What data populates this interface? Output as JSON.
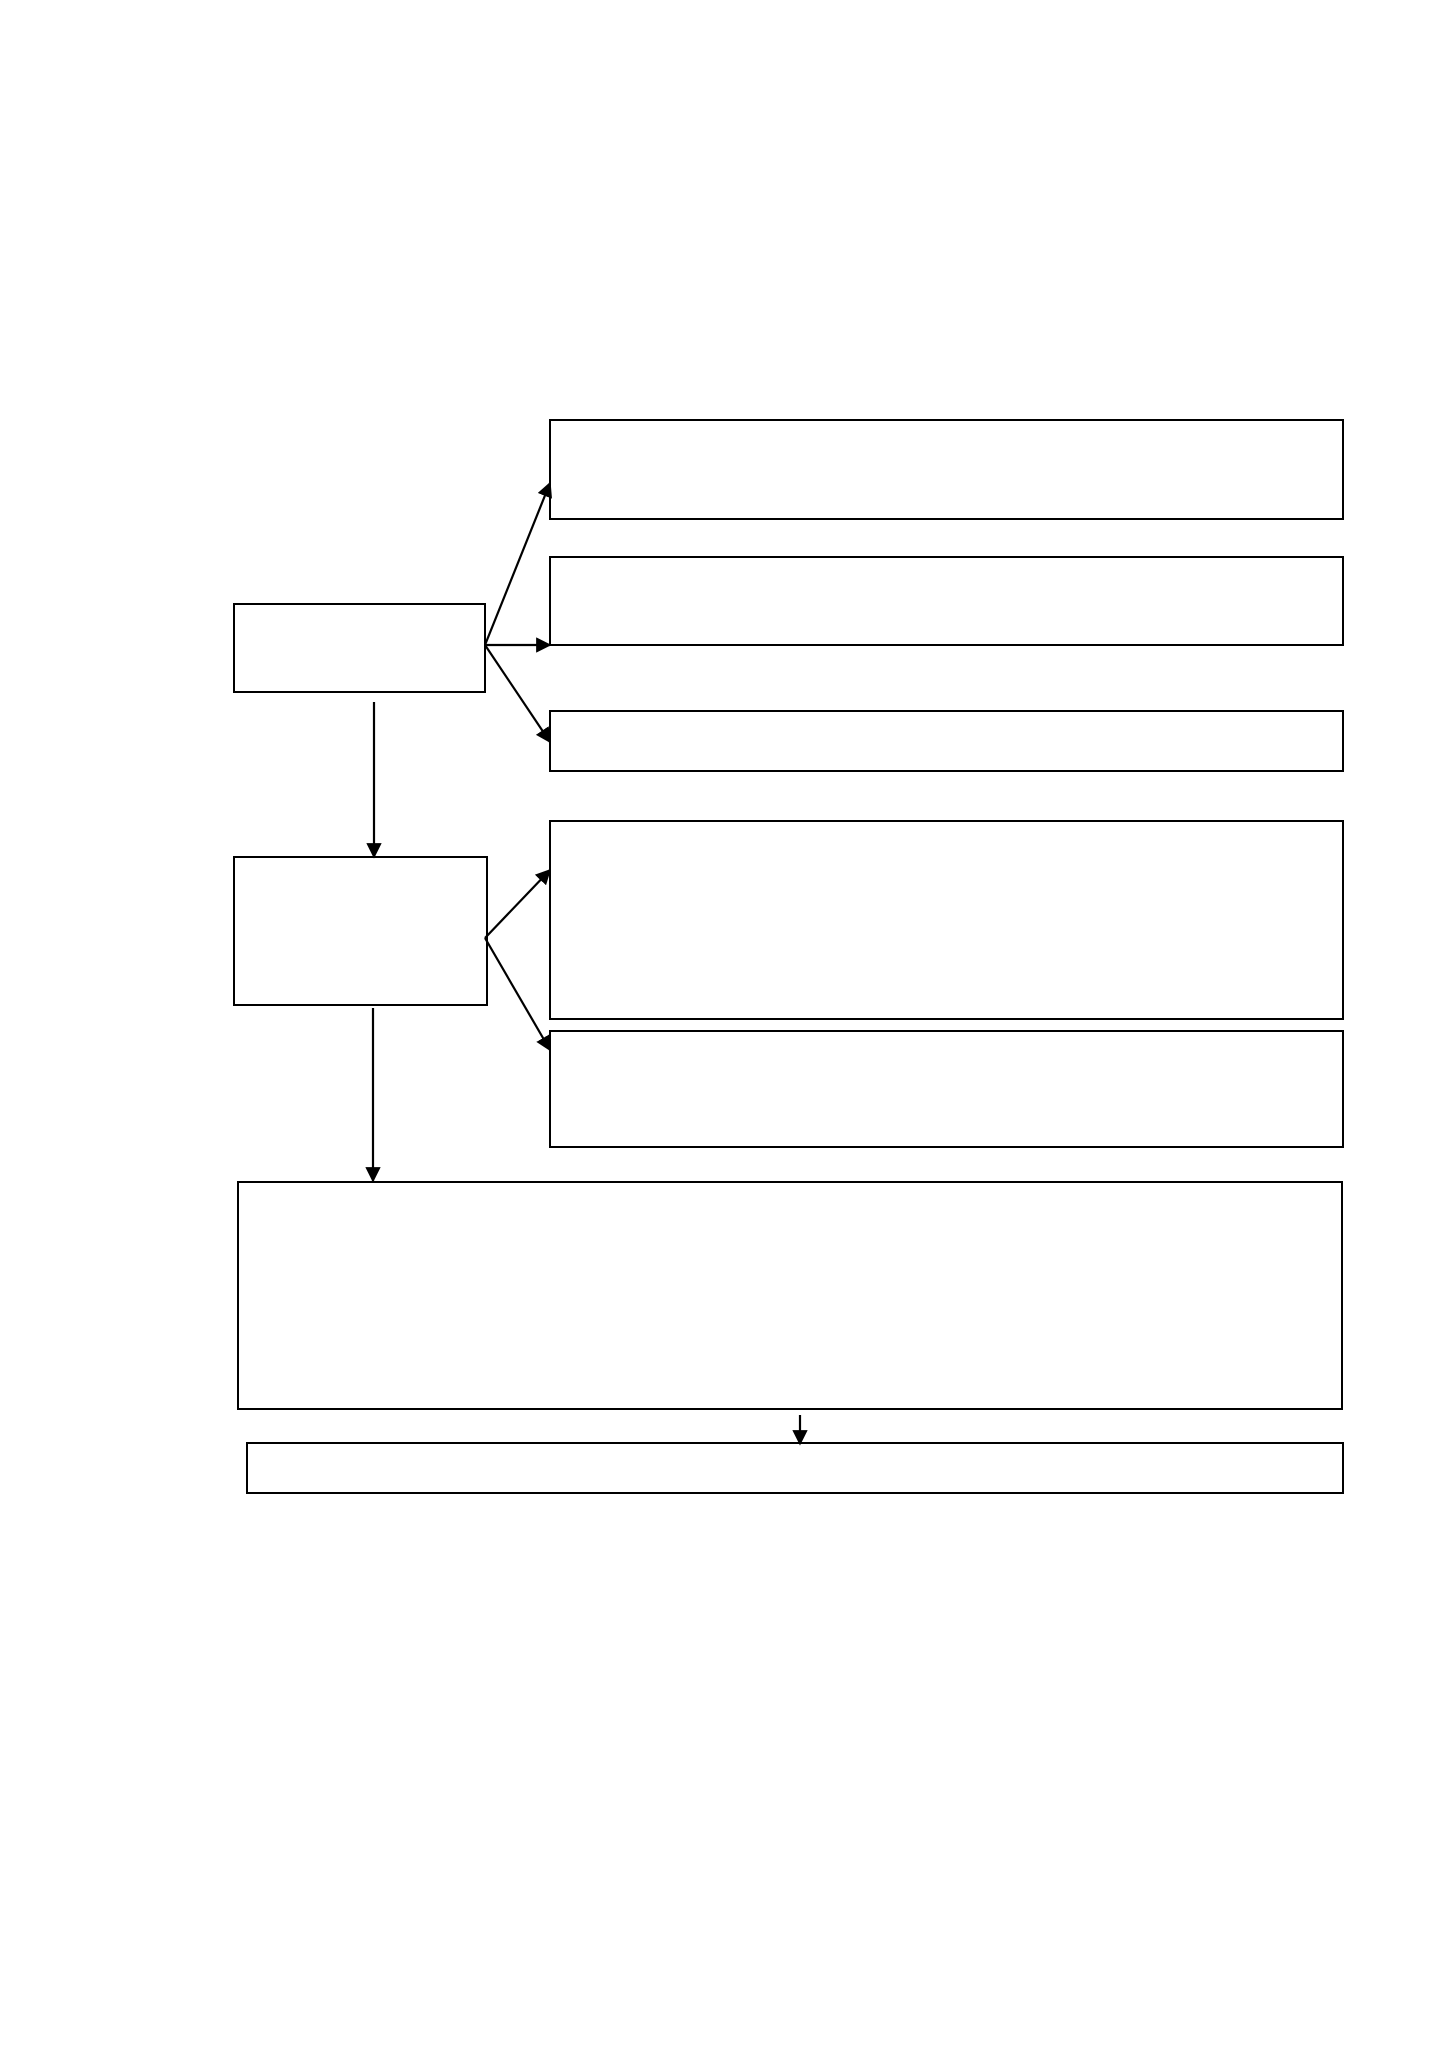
{
  "diagram": {
    "line_color": "#000000",
    "background_color": "#ffffff",
    "boxes": [
      {
        "id": "root",
        "text": ""
      },
      {
        "id": "branch-1",
        "text": ""
      },
      {
        "id": "branch-2",
        "text": ""
      },
      {
        "id": "branch-3",
        "text": ""
      },
      {
        "id": "middle",
        "text": ""
      },
      {
        "id": "branch-4",
        "text": ""
      },
      {
        "id": "branch-5",
        "text": ""
      },
      {
        "id": "summary",
        "text": ""
      },
      {
        "id": "footer",
        "text": ""
      }
    ],
    "connections": [
      {
        "from": "root",
        "to": "branch-1"
      },
      {
        "from": "root",
        "to": "branch-2"
      },
      {
        "from": "root",
        "to": "branch-3"
      },
      {
        "from": "root",
        "to": "middle"
      },
      {
        "from": "middle",
        "to": "branch-4"
      },
      {
        "from": "middle",
        "to": "branch-5"
      },
      {
        "from": "middle",
        "to": "summary"
      },
      {
        "from": "summary",
        "to": "footer"
      }
    ]
  }
}
